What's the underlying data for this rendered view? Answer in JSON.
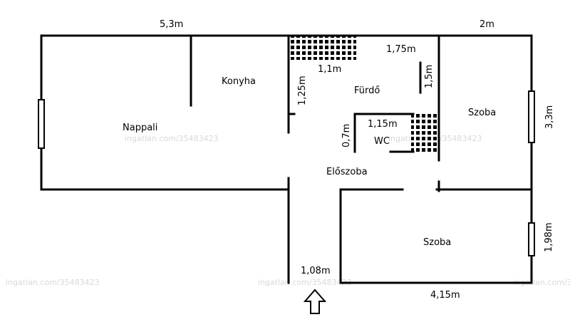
{
  "rooms": {
    "nappali": "Nappali",
    "konyha": "Konyha",
    "furdo": "Fürdő",
    "wc": "WC",
    "szoba_top": "Szoba",
    "szoba_bottom": "Szoba",
    "eloszoba": "Előszoba"
  },
  "dimensions": {
    "top_left_width": "5,3m",
    "top_right_width": "2m",
    "bath_top_width": "1,75m",
    "hatch_width": "1,1m",
    "kitchen_wall": "1,25m",
    "bath_height": "1,5m",
    "wc_width": "1,15m",
    "wc_height": "0,7m",
    "right_top_height": "3,3m",
    "right_bottom_height": "1,98m",
    "entrance_width": "1,08m",
    "bottom_width": "4,15m"
  },
  "watermark": "ingatlan.com/35483423"
}
